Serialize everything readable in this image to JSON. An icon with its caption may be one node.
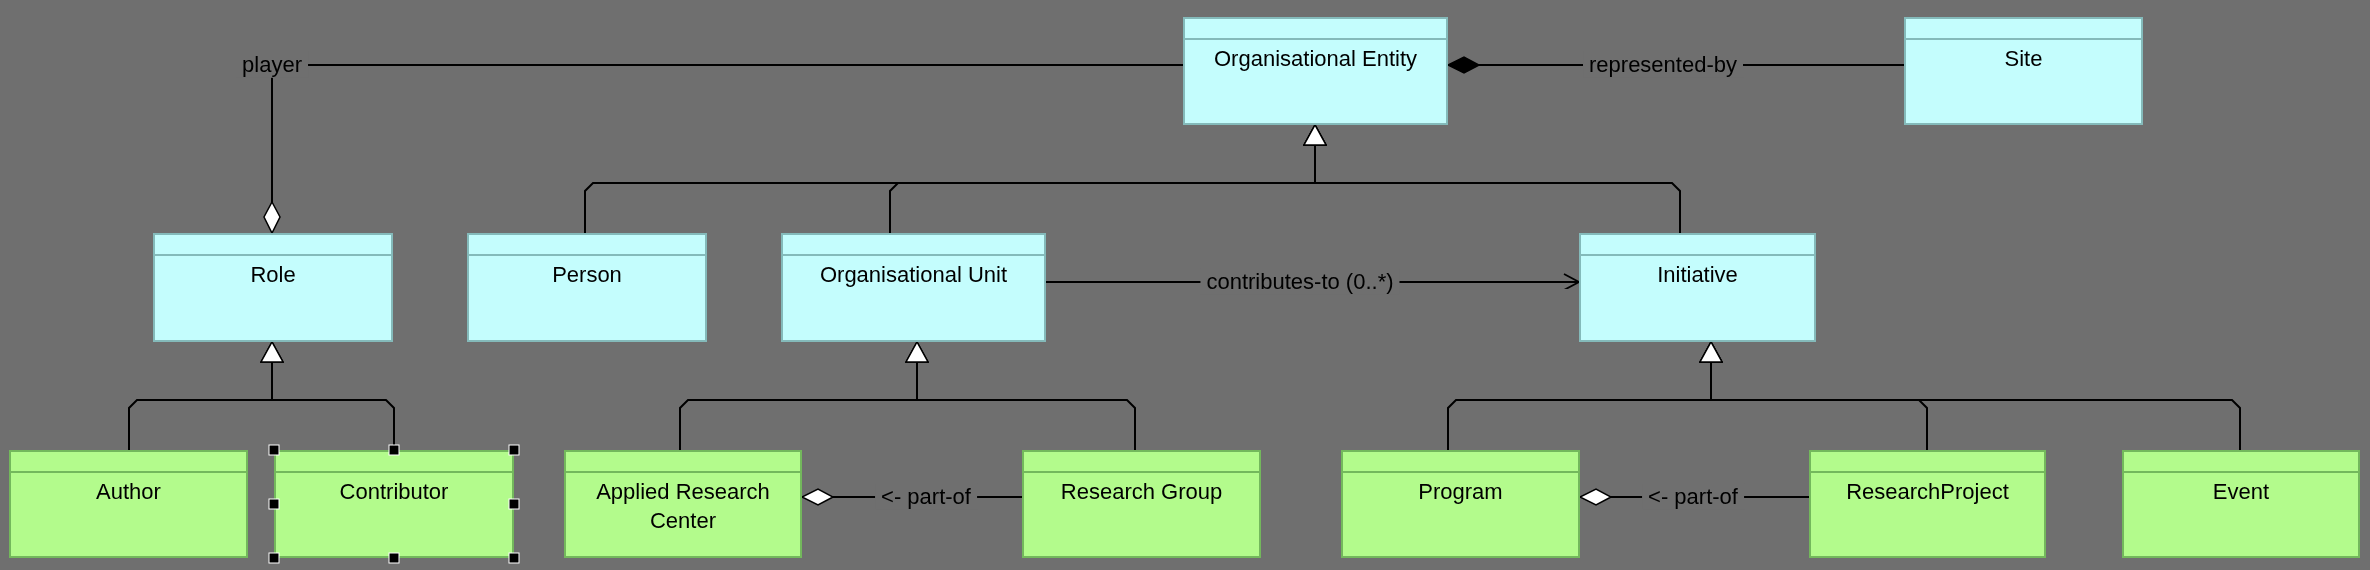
{
  "diagram": {
    "nodes": [
      {
        "text": [
          "Organisational Entity"
        ]
      },
      {
        "text": [
          "Site"
        ]
      },
      {
        "text": [
          "Role"
        ]
      },
      {
        "text": [
          "Person"
        ]
      },
      {
        "text": [
          "Organisational Unit"
        ]
      },
      {
        "text": [
          "Initiative"
        ]
      },
      {
        "text": [
          "Author"
        ]
      },
      {
        "text": [
          "Contributor"
        ]
      },
      {
        "text": [
          "Applied Research Center"
        ]
      },
      {
        "text": [
          "Research Group"
        ]
      },
      {
        "text": [
          "Program"
        ]
      },
      {
        "text": [
          "ResearchProject"
        ]
      },
      {
        "text": [
          "Event"
        ]
      }
    ],
    "edges": [
      {
        "from": 0,
        "to": 2,
        "arrow": "other",
        "label": "player"
      },
      {
        "from": 1,
        "to": 0,
        "arrow": "other",
        "label": "represented-by"
      },
      {
        "from": 3,
        "to": 0,
        "arrow": "to"
      },
      {
        "from": 4,
        "to": 0,
        "arrow": "to"
      },
      {
        "from": 5,
        "to": 0,
        "arrow": "to"
      },
      {
        "from": 4,
        "to": 5,
        "arrow": "to",
        "label": "contributes-to (0..*)"
      },
      {
        "from": 6,
        "to": 2,
        "arrow": "to"
      },
      {
        "from": 7,
        "to": 2,
        "arrow": "to"
      },
      {
        "from": 8,
        "to": 4,
        "arrow": "to"
      },
      {
        "from": 9,
        "to": 4,
        "arrow": "to"
      },
      {
        "from": 9,
        "to": 8,
        "arrow": "other",
        "label": "<- part-of"
      },
      {
        "from": 10,
        "to": 5,
        "arrow": "to"
      },
      {
        "from": 11,
        "to": 5,
        "arrow": "to"
      },
      {
        "from": 12,
        "to": 5,
        "arrow": "to"
      },
      {
        "from": 11,
        "to": 10,
        "arrow": "other",
        "label": "<- part-of"
      }
    ]
  }
}
